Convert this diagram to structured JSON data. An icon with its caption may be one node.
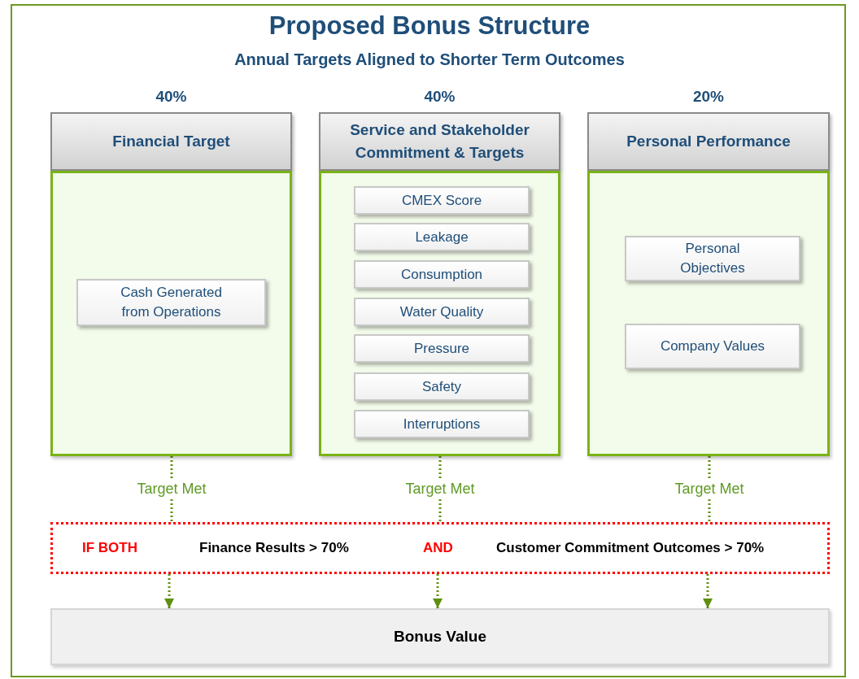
{
  "diagram": {
    "title": "Proposed Bonus Structure",
    "caption": "Annual Targets Aligned to Shorter Term Outcomes",
    "nodes": [
      {
        "text": [
          "Financial Target"
        ],
        "beside": [
          "40%"
        ]
      },
      {
        "text": [],
        "shape": "box"
      },
      {
        "text": [
          "Cash Generated from Operations"
        ],
        "in": 1
      },
      {
        "text": [
          "Service and Stakeholder Commitment & Targets"
        ],
        "beside": [
          "40%"
        ]
      },
      {
        "text": [],
        "shape": "box"
      },
      {
        "text": [
          "CMEX Score"
        ],
        "in": 4
      },
      {
        "text": [
          "Leakage"
        ],
        "in": 4
      },
      {
        "text": [
          "Consumption"
        ],
        "in": 4
      },
      {
        "text": [
          "Water Quality"
        ],
        "in": 4
      },
      {
        "text": [
          "Pressure"
        ],
        "in": 4
      },
      {
        "text": [
          "Safety"
        ],
        "in": 4
      },
      {
        "text": [
          "Interruptions"
        ],
        "in": 4
      },
      {
        "text": [
          "Personal Performance"
        ],
        "beside": [
          "20%"
        ]
      },
      {
        "text": [],
        "shape": "box"
      },
      {
        "text": [
          "Personal Objectives"
        ],
        "in": 13
      },
      {
        "text": [
          "Company Values"
        ],
        "in": 13
      },
      {
        "text": [
          "Target Met"
        ]
      },
      {
        "text": [
          "Target Met"
        ]
      },
      {
        "text": [
          "Target Met"
        ]
      },
      {
        "text": [
          "IF BOTH",
          "Finance Results > 70%",
          "AND",
          "Customer Commitment Outcomes > 70%"
        ]
      },
      {
        "text": [
          "Bonus Value"
        ]
      }
    ],
    "edges": [
      {
        "from": 1,
        "to": 16,
        "arrow": "none",
        "style": "dashed"
      },
      {
        "from": 16,
        "to": 19,
        "arrow": "none",
        "style": "dashed"
      },
      {
        "from": 19,
        "to": 20,
        "arrow": "to",
        "style": "dashed"
      },
      {
        "from": 4,
        "to": 17,
        "arrow": "none",
        "style": "dashed"
      },
      {
        "from": 17,
        "to": 19,
        "arrow": "none",
        "style": "dashed"
      },
      {
        "from": 19,
        "to": 20,
        "arrow": "to",
        "style": "dashed"
      },
      {
        "from": 13,
        "to": 18,
        "arrow": "none",
        "style": "dashed"
      },
      {
        "from": 18,
        "to": 19,
        "arrow": "none",
        "style": "dashed"
      },
      {
        "from": 19,
        "to": 20,
        "arrow": "to",
        "style": "dashed"
      }
    ]
  }
}
